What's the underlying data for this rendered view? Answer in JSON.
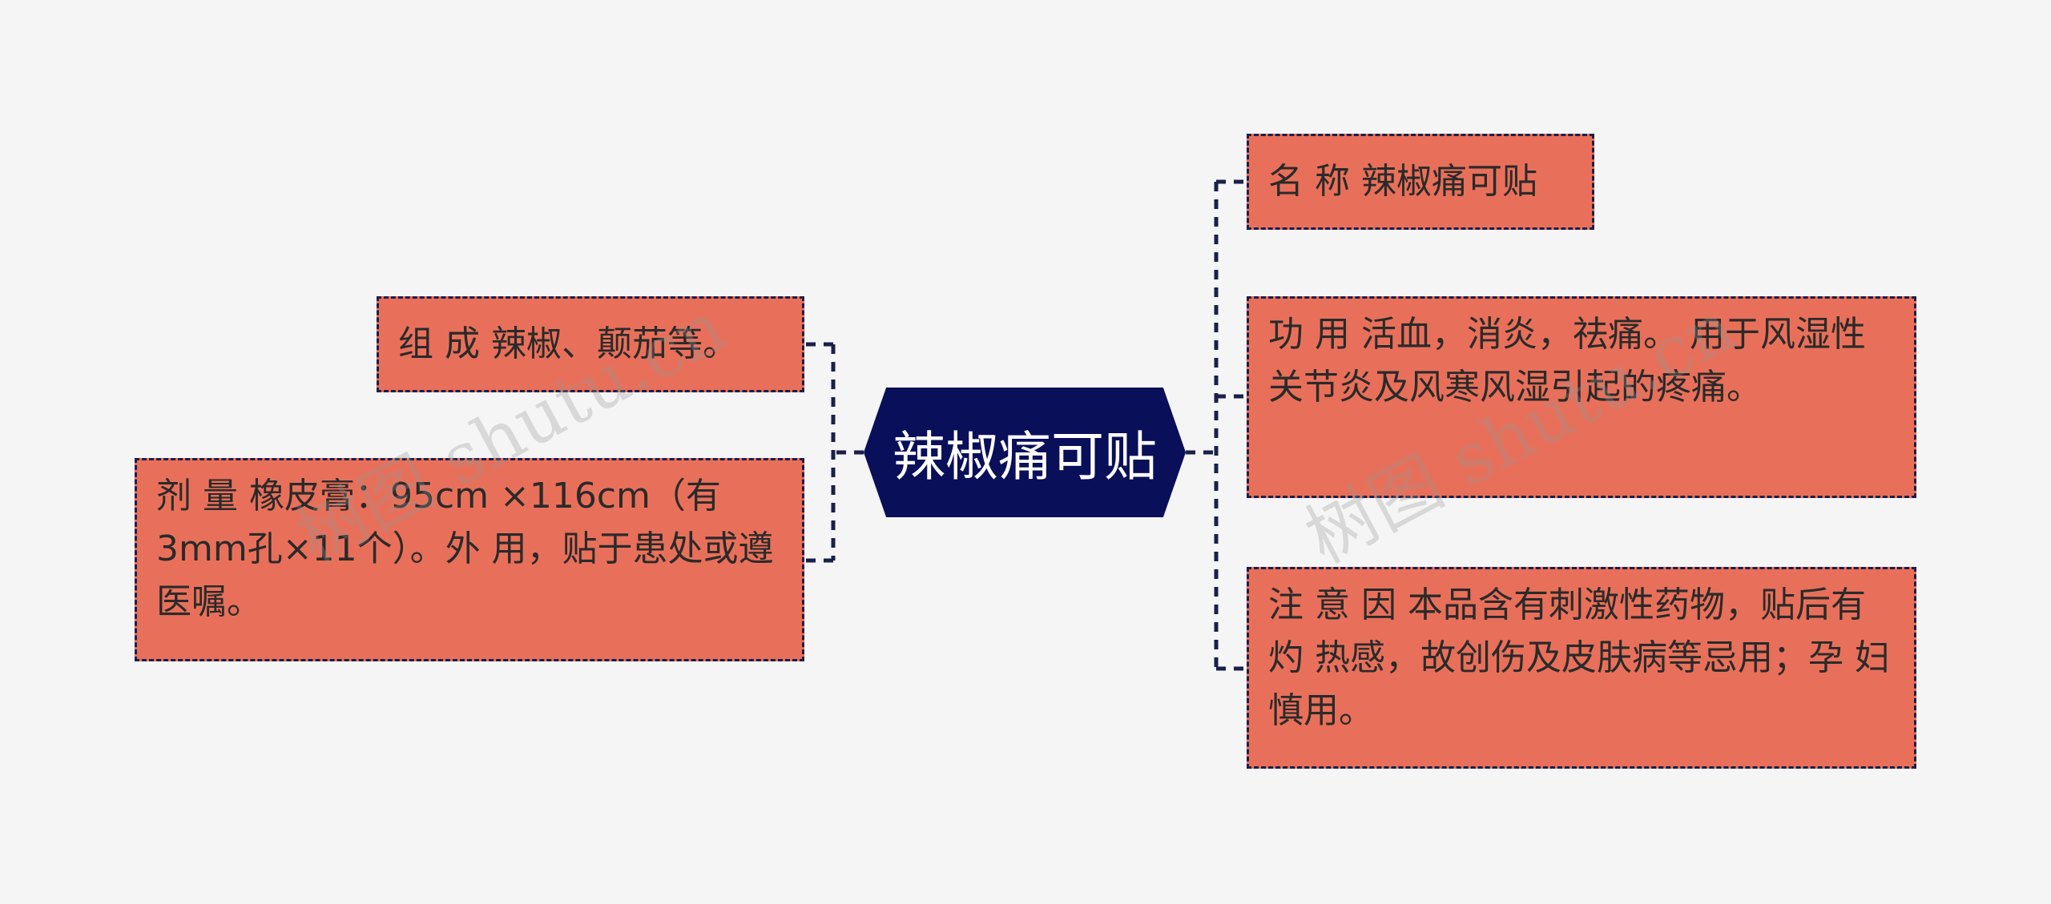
{
  "center": {
    "label": "辣椒痛可贴"
  },
  "branches": {
    "left": [
      {
        "id": "composition",
        "text": "组 成 辣椒、颠茄等。"
      },
      {
        "id": "dosage",
        "text": "剂 量 橡皮膏：95cm ×116cm（有3mm孔×11个）。外 用，贴于患处或遵医嘱。"
      }
    ],
    "right": [
      {
        "id": "name",
        "text": "名 称 辣椒痛可贴"
      },
      {
        "id": "function",
        "text": "功 用 活血，消炎，祛痛。 用于风湿性关节炎及风寒风湿引起的疼痛。"
      },
      {
        "id": "caution",
        "text": "注 意 因 本品含有刺激性药物，贴后有灼 热感，故创伤及皮肤病等忌用；孕 妇慎用。"
      }
    ]
  },
  "watermark": "树图 shutu.cn",
  "colors": {
    "center_bg": "#0a0f5a",
    "node_bg": "#e8705a",
    "connector": "#1b1f4a",
    "background": "#f5f5f5"
  }
}
